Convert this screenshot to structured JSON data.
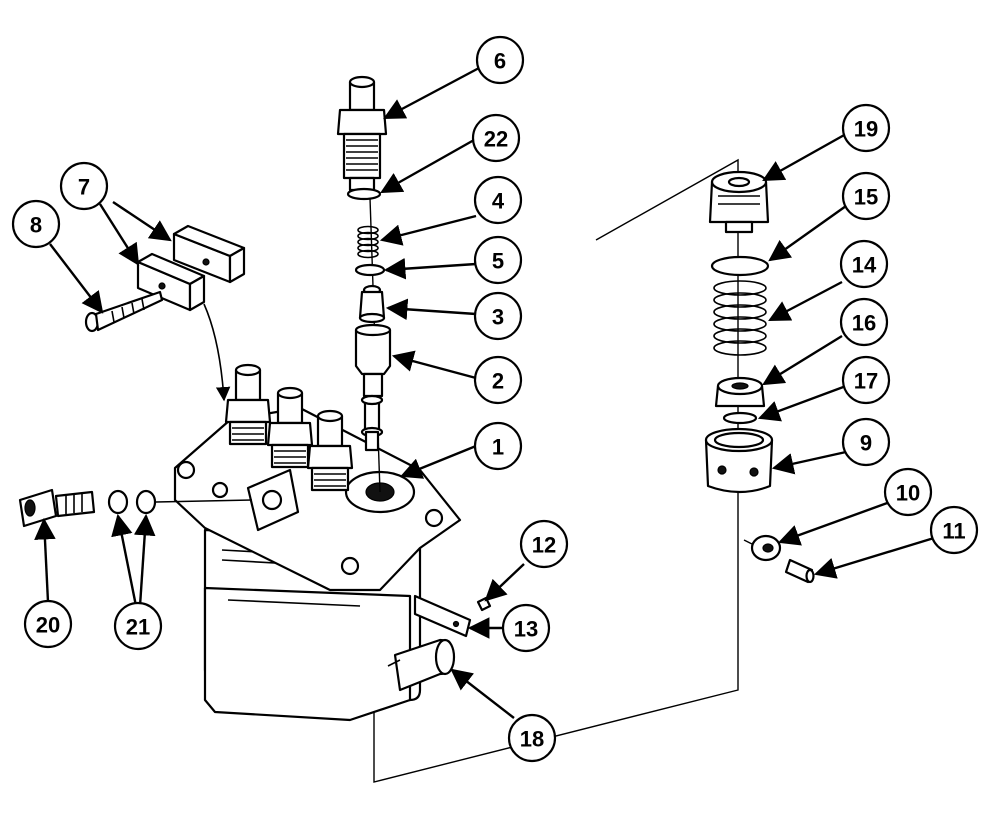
{
  "callouts": [
    {
      "id": "1",
      "label": "1"
    },
    {
      "id": "2",
      "label": "2"
    },
    {
      "id": "3",
      "label": "3"
    },
    {
      "id": "4",
      "label": "4"
    },
    {
      "id": "5",
      "label": "5"
    },
    {
      "id": "6",
      "label": "6"
    },
    {
      "id": "7",
      "label": "7"
    },
    {
      "id": "8",
      "label": "8"
    },
    {
      "id": "9",
      "label": "9"
    },
    {
      "id": "10",
      "label": "10"
    },
    {
      "id": "11",
      "label": "11"
    },
    {
      "id": "12",
      "label": "12"
    },
    {
      "id": "13",
      "label": "13"
    },
    {
      "id": "14",
      "label": "14"
    },
    {
      "id": "15",
      "label": "15"
    },
    {
      "id": "16",
      "label": "16"
    },
    {
      "id": "17",
      "label": "17"
    },
    {
      "id": "18",
      "label": "18"
    },
    {
      "id": "19",
      "label": "19"
    },
    {
      "id": "20",
      "label": "20"
    },
    {
      "id": "21",
      "label": "21"
    },
    {
      "id": "22",
      "label": "22"
    }
  ],
  "colors": {
    "ink": "#000000",
    "paper": "#ffffff"
  }
}
